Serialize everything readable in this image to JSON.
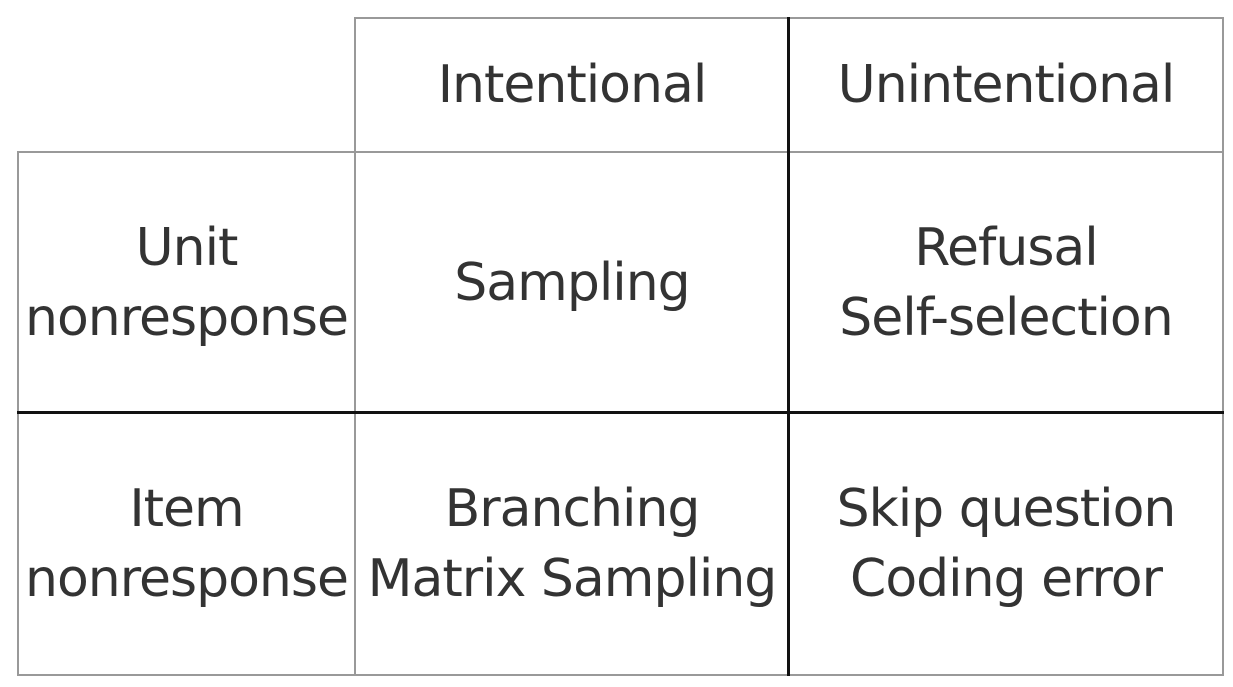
{
  "matrix": {
    "columns": [
      "Intentional",
      "Unintentional"
    ],
    "rows": [
      {
        "label": [
          "Unit",
          "nonresponse"
        ],
        "intentional": [
          "Sampling"
        ],
        "unintentional": [
          "Refusal",
          "Self-selection"
        ]
      },
      {
        "label": [
          "Item",
          "nonresponse"
        ],
        "intentional": [
          "Branching",
          "Matrix Sampling"
        ],
        "unintentional": [
          "Skip question",
          "Coding error"
        ]
      }
    ]
  }
}
